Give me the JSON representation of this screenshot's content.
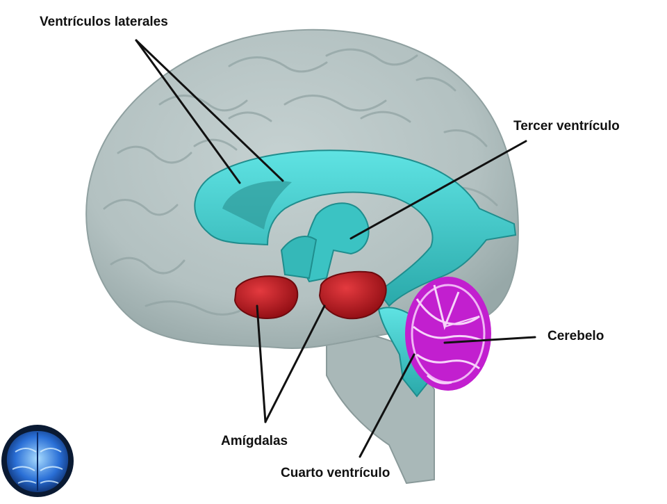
{
  "labels": {
    "lateral_ventricles": "Ventrículos laterales",
    "third_ventricle": "Tercer ventrículo",
    "cerebellum": "Cerebelo",
    "amygdalae": "Amígdalas",
    "fourth_ventricle": "Cuarto ventrículo"
  },
  "colors": {
    "brain": "#b3c1c1",
    "ventricles": "#3ec9c9",
    "amygdalae": "#c0141c",
    "cerebellum": "#c21fcf",
    "leader_lines": "#111111",
    "logo": "#2a6fd6"
  },
  "icons": {
    "logo": "brain-logo-icon"
  }
}
